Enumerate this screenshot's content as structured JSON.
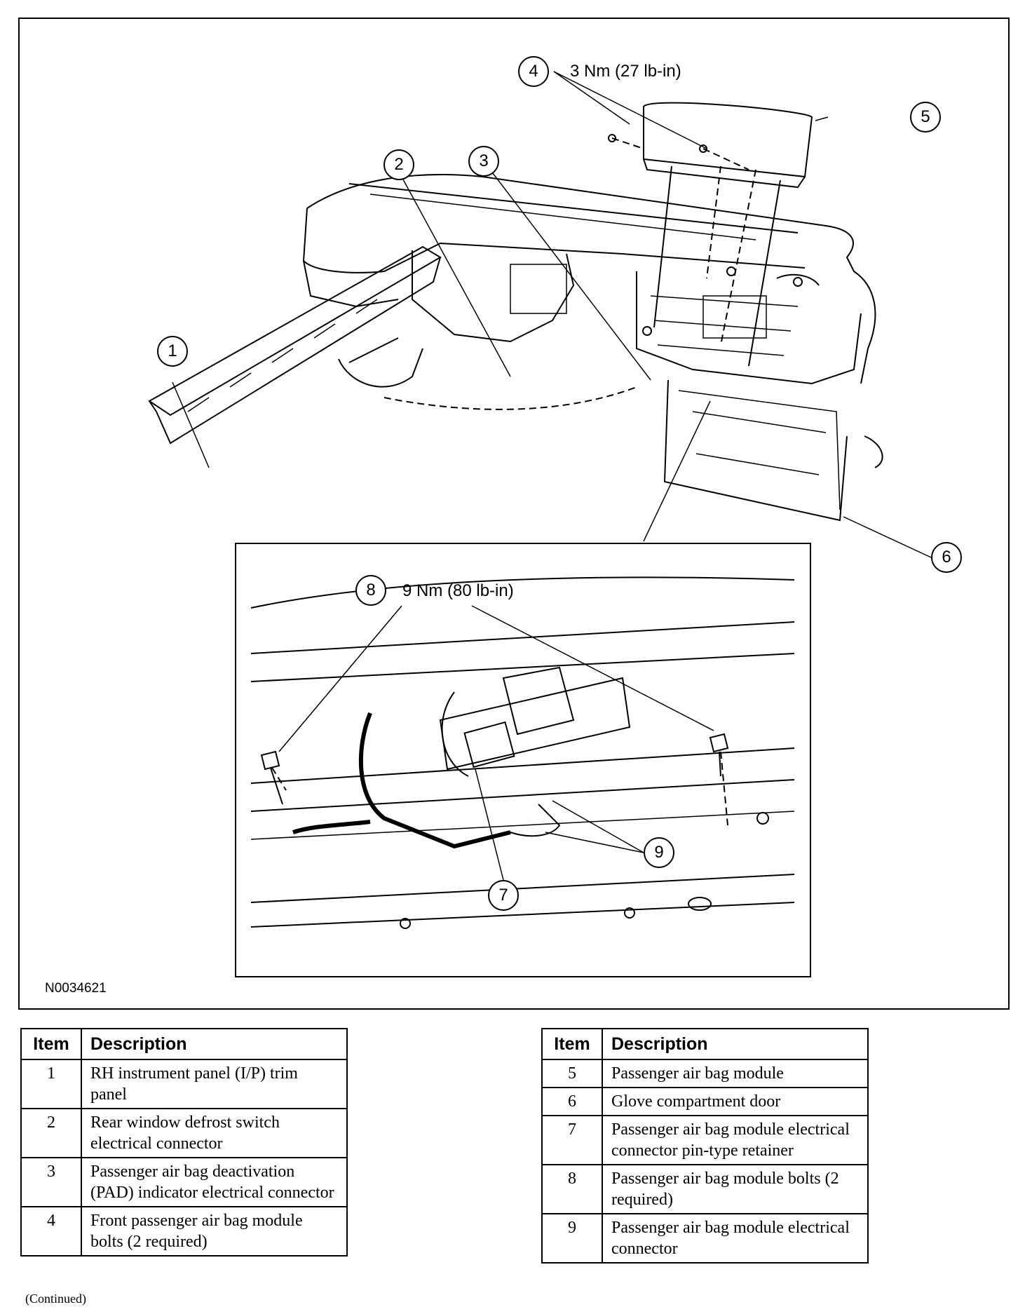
{
  "figure": {
    "id": "N0034621",
    "callouts": [
      {
        "number": "1"
      },
      {
        "number": "2"
      },
      {
        "number": "3"
      },
      {
        "number": "4",
        "torque": "3 Nm (27 lb-in)"
      },
      {
        "number": "5"
      },
      {
        "number": "6"
      },
      {
        "number": "7"
      },
      {
        "number": "8",
        "torque": "9 Nm (80 lb-in)"
      },
      {
        "number": "9"
      }
    ]
  },
  "legend_left": {
    "headers": {
      "item": "Item",
      "description": "Description"
    },
    "rows": [
      {
        "item": "1",
        "description": "RH instrument panel (I/P) trim panel"
      },
      {
        "item": "2",
        "description": "Rear window defrost switch electrical connector"
      },
      {
        "item": "3",
        "description": "Passenger air bag deactivation (PAD) indicator electrical connector"
      },
      {
        "item": "4",
        "description": "Front passenger air bag module bolts (2 required)"
      }
    ]
  },
  "legend_right": {
    "headers": {
      "item": "Item",
      "description": "Description"
    },
    "rows": [
      {
        "item": "5",
        "description": "Passenger air bag module"
      },
      {
        "item": "6",
        "description": "Glove compartment door"
      },
      {
        "item": "7",
        "description": "Passenger air bag module electrical connector pin-type retainer"
      },
      {
        "item": "8",
        "description": "Passenger air bag module bolts (2 required)"
      },
      {
        "item": "9",
        "description": "Passenger air bag module electrical connector"
      }
    ]
  },
  "footer": {
    "continued": "(Continued)"
  }
}
